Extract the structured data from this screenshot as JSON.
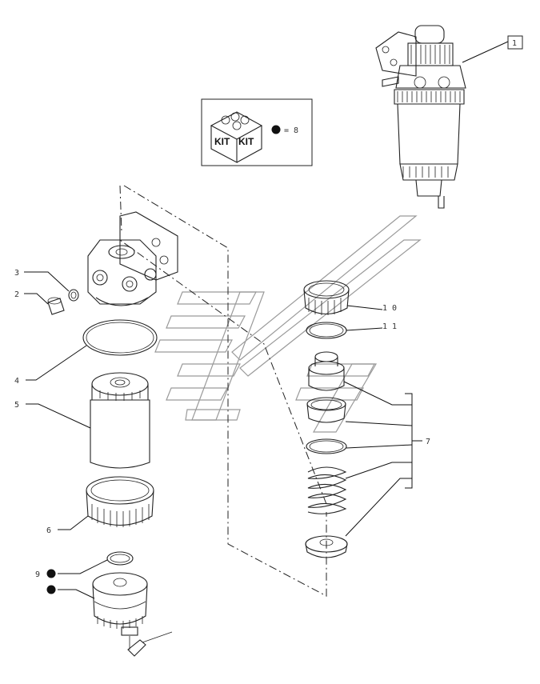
{
  "callouts": {
    "c1": "1",
    "c2": "2",
    "c3": "3",
    "c4": "4",
    "c5": "5",
    "c6": "6",
    "c7": "7",
    "c9": "9",
    "c10": "1 0",
    "c11": "1 1"
  },
  "kit_box": {
    "kit_left": "KIT",
    "kit_right": "KIT",
    "equals_ref": "= 8"
  },
  "colors": {
    "line": "#222222",
    "watermark": "#9a9a9a",
    "background": "#ffffff"
  },
  "icons": [
    "kit-box-icon",
    "bullet-dot-icon",
    "watermark-logo-icon"
  ]
}
